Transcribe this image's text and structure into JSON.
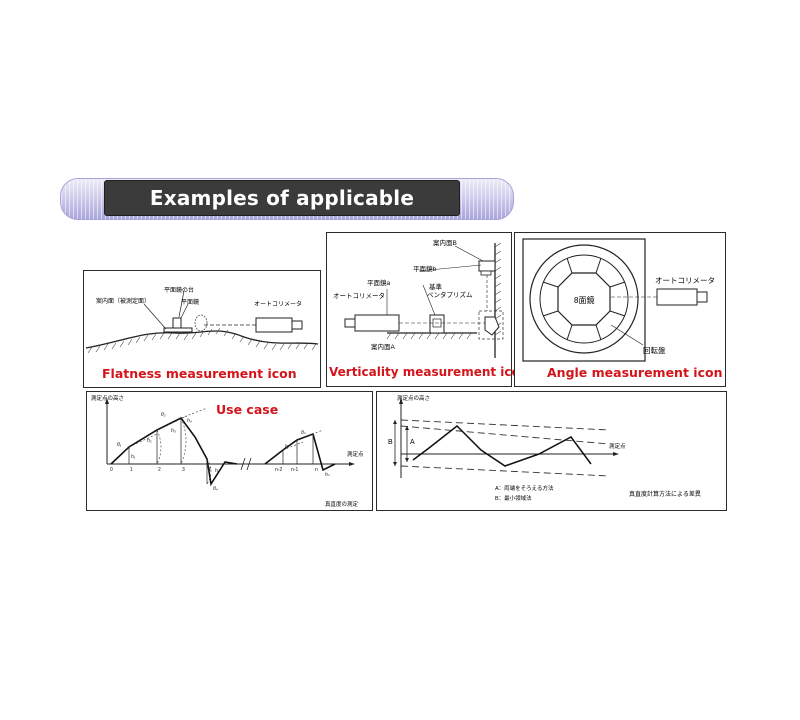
{
  "banner": {
    "title": "Examples of applicable examples"
  },
  "panels": {
    "flatness": {
      "caption": "Flatness measurement icon",
      "labels": {
        "table": "平面鏡の台",
        "mirror": "平面鏡",
        "guide": "案内面（被測定面）",
        "autocollimator": "オートコリメータ"
      }
    },
    "verticality": {
      "caption": "Verticality measurement icon",
      "labels": {
        "guideB": "案内面B",
        "mirrorB": "平面鏡b",
        "mirrorA": "平面鏡a",
        "autocollimator": "オートコリメータ",
        "reference": "基準",
        "prism": "ペンタプリズム",
        "guideA": "案内面A"
      }
    },
    "angle": {
      "caption": "Angle measurement icon",
      "labels": {
        "mirror8": "8面鏡",
        "autocollimator": "オートコリメータ",
        "turntable": "回転盤"
      }
    },
    "usecase": {
      "caption": "Use case",
      "labels": {
        "height": "測定点の高さ",
        "point": "測定点",
        "footer": "真直度の測定"
      },
      "ticks": [
        "0",
        "1",
        "2",
        "3",
        "4",
        "n-2",
        "n-1",
        "n"
      ]
    },
    "comparison": {
      "labels": {
        "height": "測定点の高さ",
        "point": "測定点",
        "B": "B",
        "A": "A",
        "legendA": "A：両端をそろえる方法",
        "legendB": "B：最小領域法",
        "footer": "真直度計算方法による差異"
      }
    }
  }
}
